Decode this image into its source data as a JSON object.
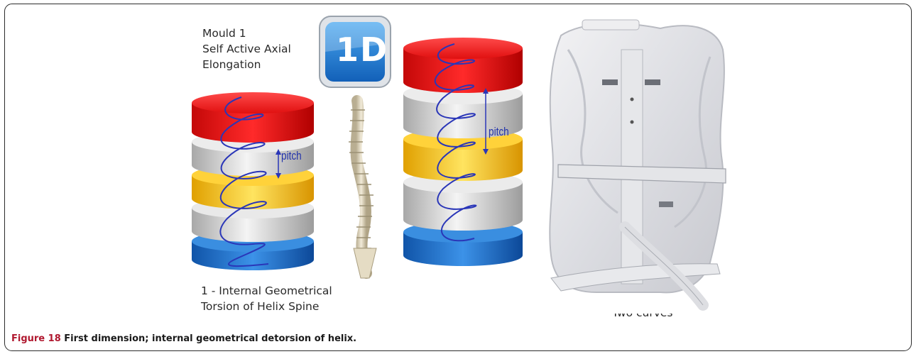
{
  "figure": {
    "mould_lines": [
      "Mould 1",
      "Self Active Axial",
      "Elongation"
    ],
    "badge_text": "1D",
    "pitch_label": "pitch",
    "bottom_left_lines": [
      "1 - Internal Geometrical",
      "Torsion of Helix Spine"
    ],
    "brace_label": "Two curves"
  },
  "caption": {
    "label": "Figure 18",
    "text": "First dimension; internal geometrical detorsion of helix."
  }
}
